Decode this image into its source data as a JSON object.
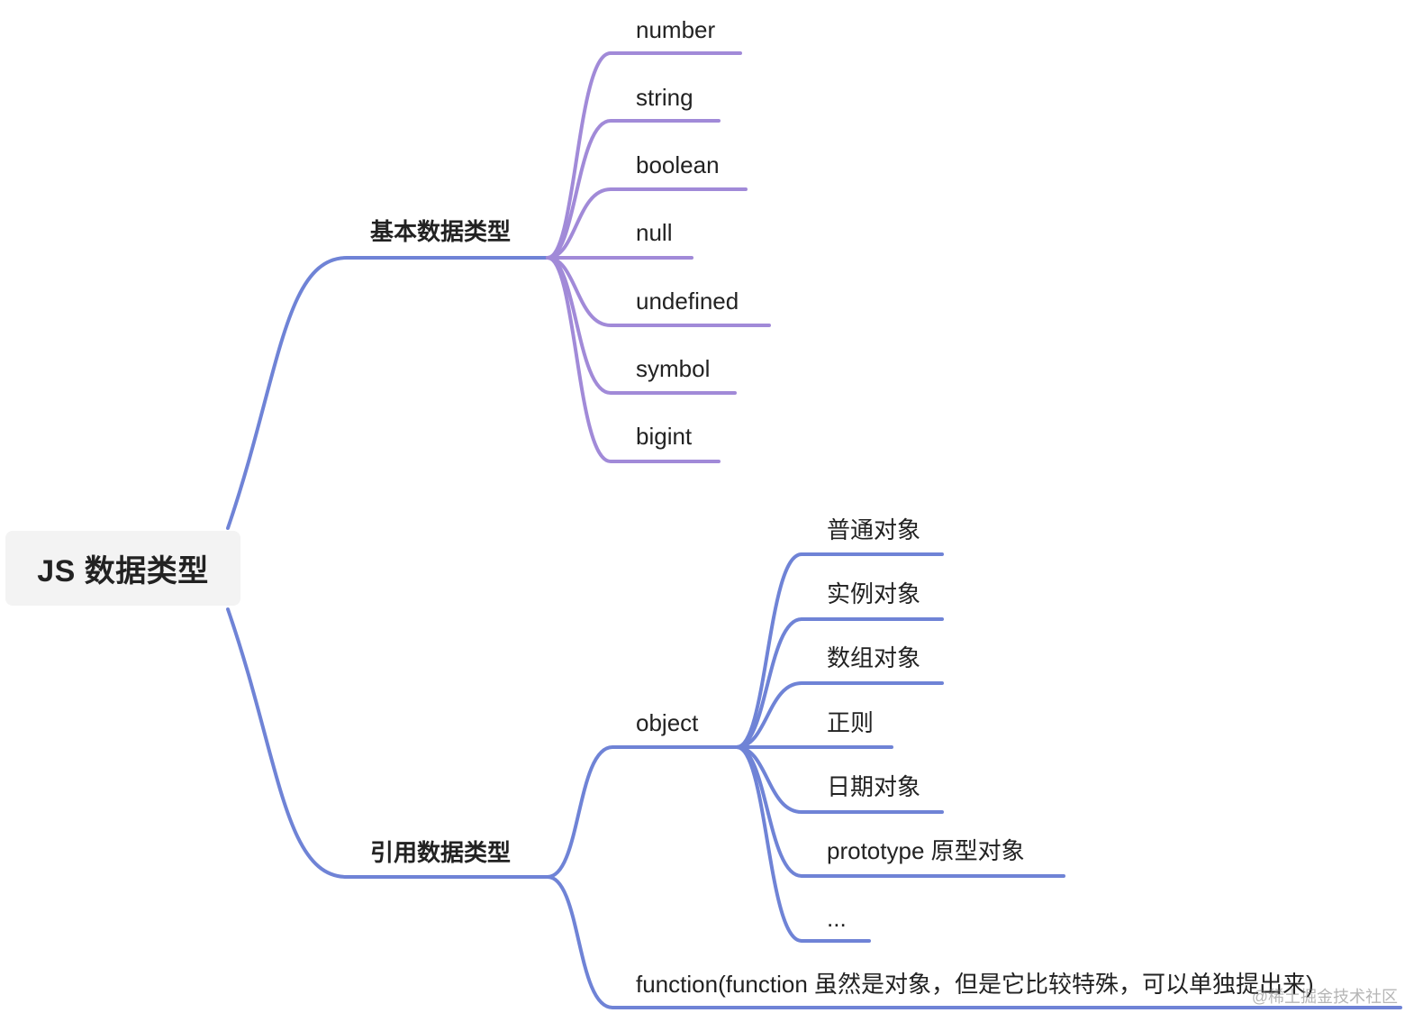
{
  "root": {
    "label": "JS 数据类型"
  },
  "branches": [
    {
      "label": "基本数据类型",
      "color": "#a18ad8",
      "children": [
        "number",
        "string",
        "boolean",
        "null",
        "undefined",
        "symbol",
        "bigint"
      ]
    },
    {
      "label": "引用数据类型",
      "color": "#6f83d6",
      "object": {
        "label": "object",
        "children": [
          "普通对象",
          "实例对象",
          "数组对象",
          "正则",
          "日期对象",
          "prototype 原型对象",
          "..."
        ]
      },
      "function": {
        "label": "function(function 虽然是对象，但是它比较特殊，可以单独提出来)"
      }
    }
  ],
  "watermark": "@稀土掘金技术社区"
}
